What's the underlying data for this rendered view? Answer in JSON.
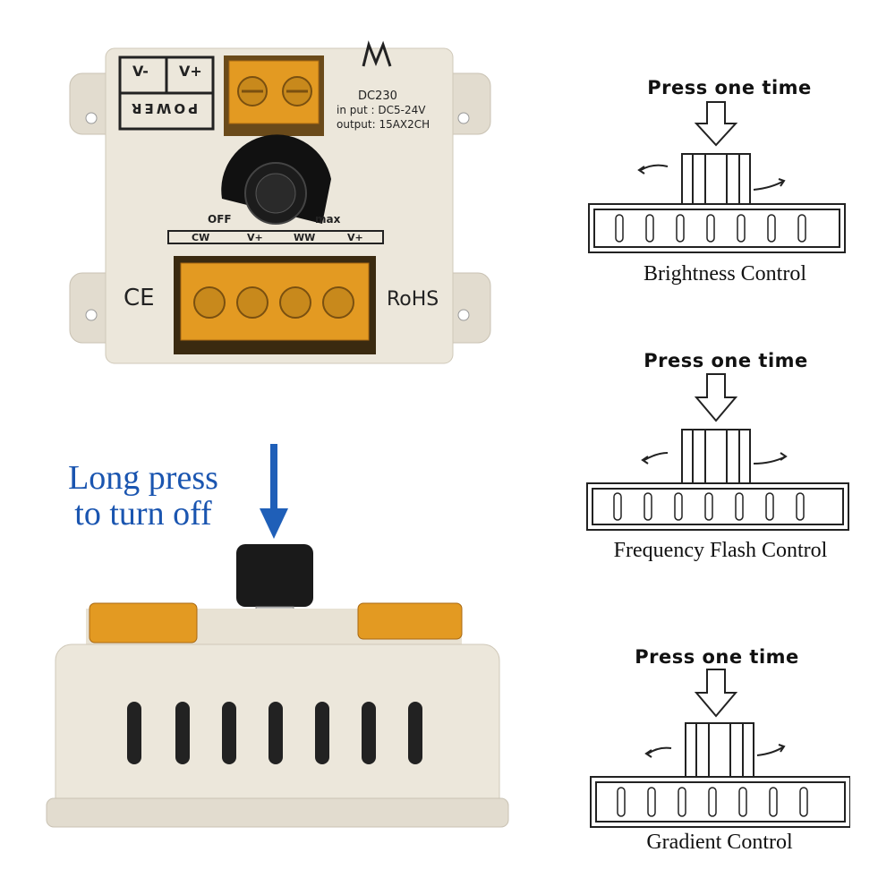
{
  "device_top": {
    "power_label": "POWER",
    "v_minus": "V-",
    "v_plus": "V+",
    "model": "DC230",
    "input_spec": "in put : DC5-24V",
    "output_spec": "output: 15AX2CH",
    "knob_off": "OFF",
    "knob_max": "max",
    "terminal_labels": [
      "CW",
      "V+",
      "WW",
      "V+"
    ],
    "ce_mark": "CE",
    "rohs": "RoHS"
  },
  "long_press": {
    "line1": "Long press",
    "line2": "to turn off",
    "color": "#1a55b0"
  },
  "diagrams": [
    {
      "press_label": "Press one time",
      "caption": "Brightness Control"
    },
    {
      "press_label": "Press one time",
      "caption": "Frequency Flash Control"
    },
    {
      "press_label": "Press one time",
      "caption": "Gradient Control"
    }
  ],
  "colors": {
    "device_body": "#ebe6da",
    "terminal_amber": "#e39a22",
    "knob": "#1c1c1c",
    "arrow_blue": "#1f5fb8"
  }
}
